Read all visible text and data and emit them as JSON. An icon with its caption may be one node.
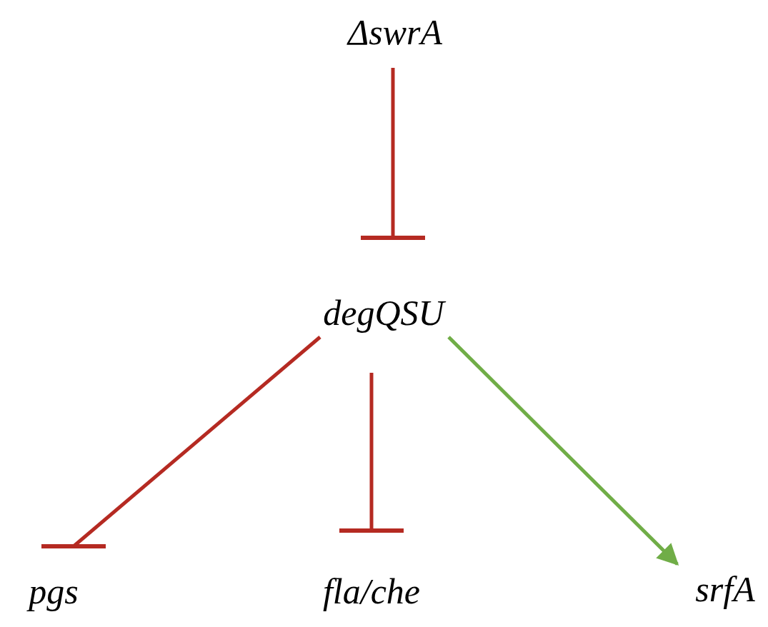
{
  "diagram": {
    "nodes": [
      {
        "text": [
          "ΔswrA"
        ]
      },
      {
        "text": [
          "degQSU"
        ]
      },
      {
        "text": [
          "pgs"
        ]
      },
      {
        "text": [
          "fla/che"
        ]
      },
      {
        "text": [
          "srfA"
        ]
      }
    ],
    "edges": [
      {
        "from": 0,
        "to": 1,
        "arrow": "other"
      },
      {
        "from": 1,
        "to": 2,
        "arrow": "other"
      },
      {
        "from": 1,
        "to": 3,
        "arrow": "other"
      },
      {
        "from": 1,
        "to": 4,
        "arrow": "to",
        "color": "#70ad47"
      }
    ]
  }
}
